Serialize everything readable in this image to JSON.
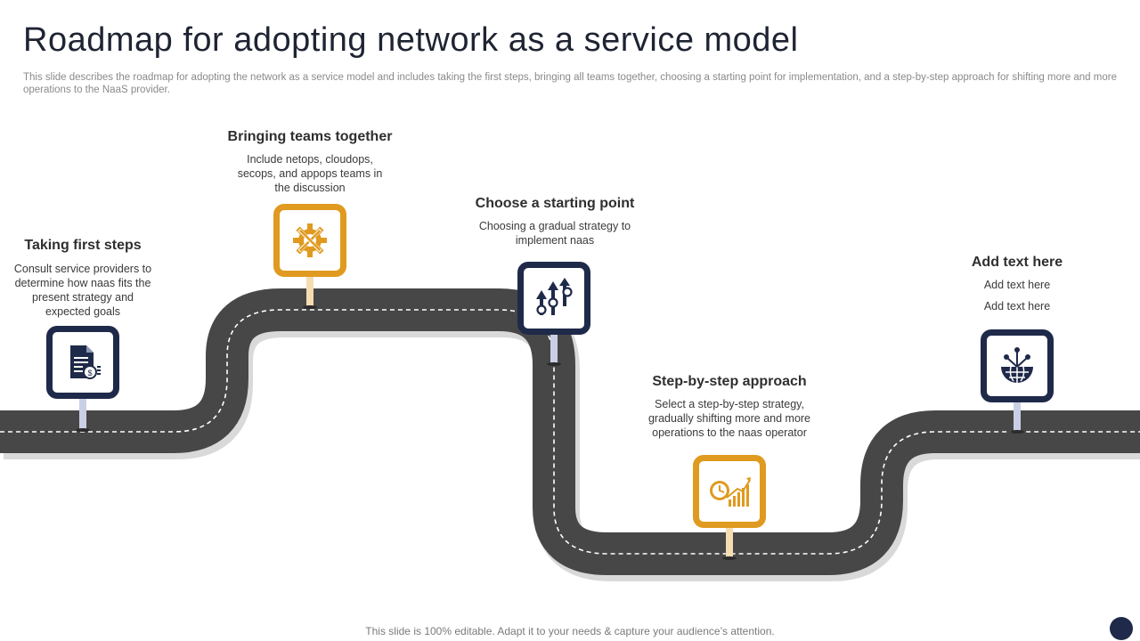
{
  "header": {
    "title": "Roadmap for adopting network as a service model",
    "subtitle": "This slide describes the roadmap for adopting the network as a service model and includes taking the first steps, bringing all teams together, choosing a starting point for implementation, and a step-by-step approach for shifting more and more operations to the NaaS provider."
  },
  "steps": [
    {
      "title": "Taking first steps",
      "desc": "Consult service providers to determine how naas fits the present strategy and expected goals",
      "icon": "document-dollar-icon",
      "color": "#1f2a4a"
    },
    {
      "title": "Bringing teams together",
      "desc": "Include netops, cloudops, secops, and appops teams in the discussion",
      "icon": "gear-tools-icon",
      "color": "#e09a1f"
    },
    {
      "title": "Choose a starting point",
      "desc": "Choosing a gradual strategy to implement naas",
      "icon": "growth-arrows-icon",
      "color": "#1f2a4a"
    },
    {
      "title": "Step-by-step approach",
      "desc": "Select a step-by-step strategy, gradually shifting more and more operations to the naas operator",
      "icon": "clock-growth-chart-icon",
      "color": "#e09a1f"
    },
    {
      "title": "Add text here",
      "desc_line1": "Add text here",
      "desc_line2": "Add text here",
      "icon": "globe-network-icon",
      "color": "#1f2a4a"
    }
  ],
  "footer": {
    "text": "This slide is 100% editable. Adapt it to your needs & capture your audience’s attention."
  }
}
